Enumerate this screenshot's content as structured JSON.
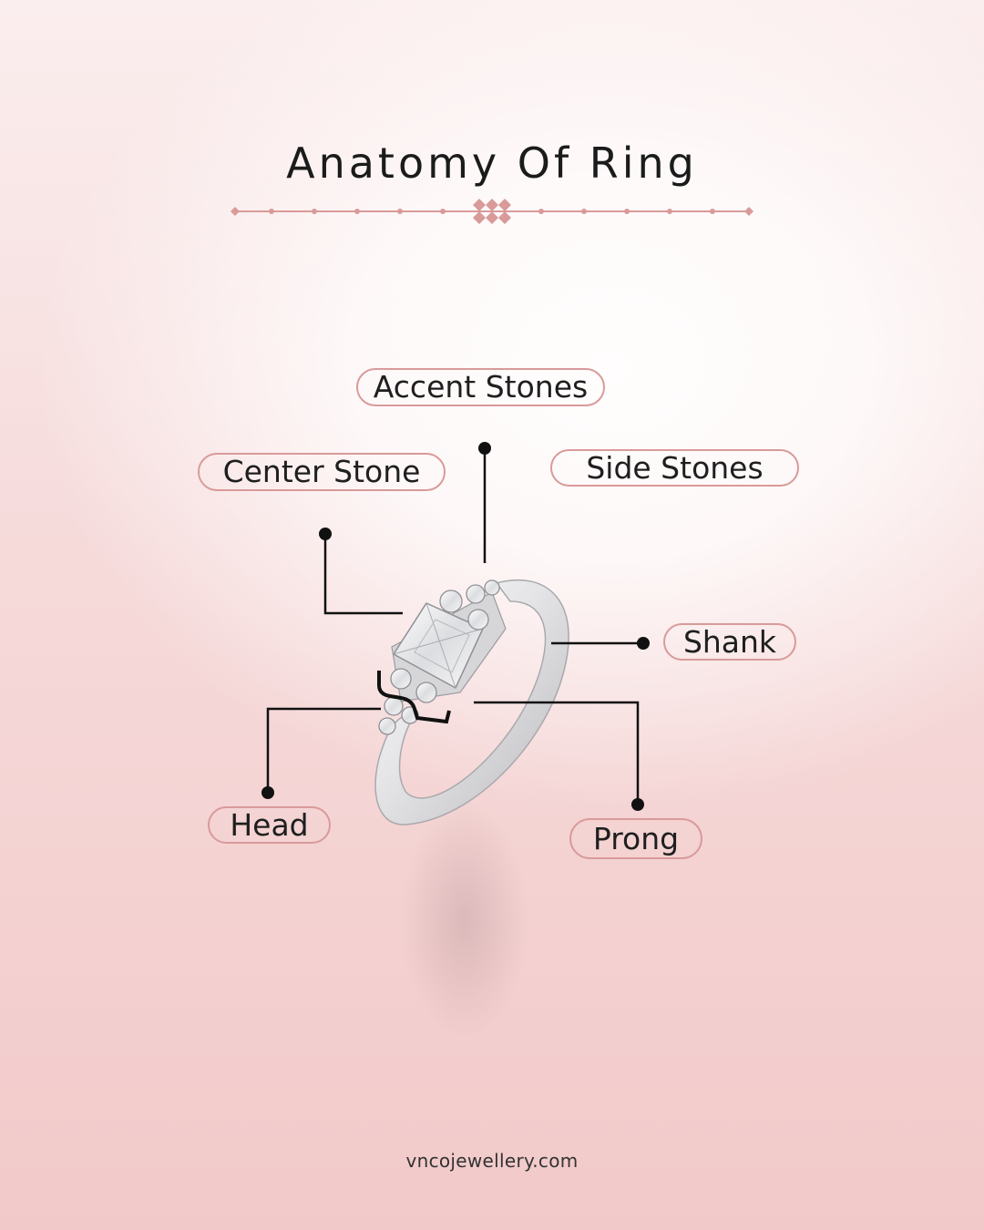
{
  "title": "Anatomy Of Ring",
  "labels": {
    "accent_stones": "Accent Stones",
    "center_stone": "Center Stone",
    "side_stones": "Side Stones",
    "shank": "Shank",
    "head": "Head",
    "prong": "Prong"
  },
  "footer": "vncojewellery.com",
  "colors": {
    "accent_pink": "#d99a9a",
    "callout_line": "#111111",
    "title_text": "#1b1b1b"
  }
}
